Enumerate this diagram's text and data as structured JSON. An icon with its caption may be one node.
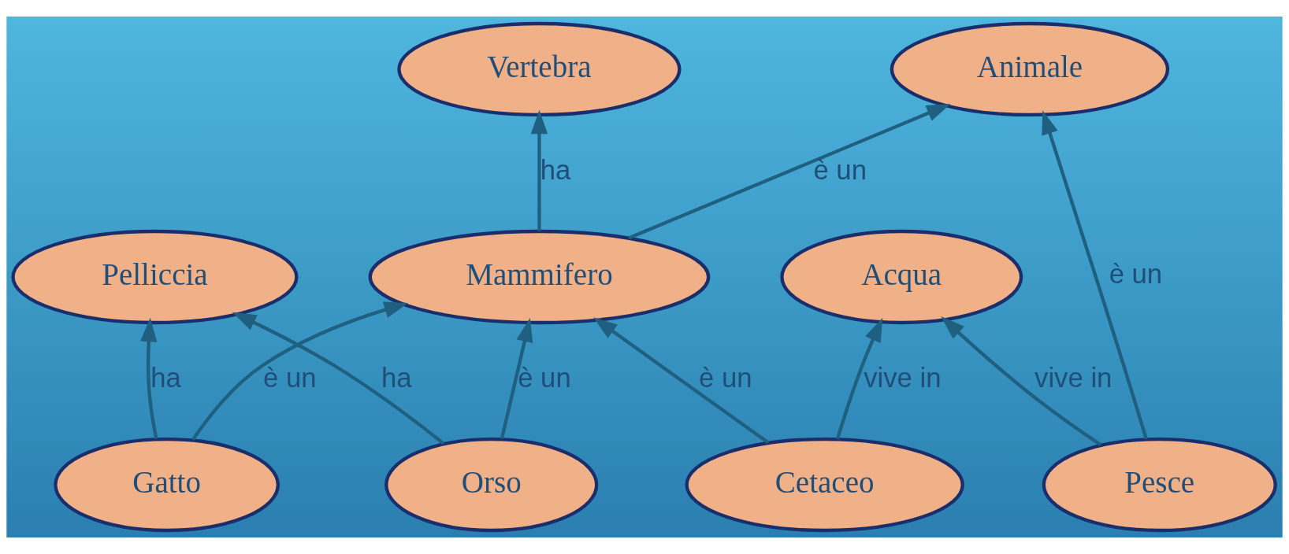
{
  "diagram": {
    "nodes": [
      {
        "text": [
          "Vertebra"
        ]
      },
      {
        "text": [
          "Gatto"
        ]
      },
      {
        "text": [
          "Pelliccia"
        ]
      },
      {
        "text": [
          "Animale"
        ]
      },
      {
        "text": [
          "Mammifero"
        ]
      },
      {
        "text": [
          "Orso"
        ]
      },
      {
        "text": [
          "Pesce"
        ]
      },
      {
        "text": [
          "Cetaceo"
        ]
      },
      {
        "text": [
          "Acqua"
        ]
      }
    ],
    "edges": [
      {
        "from": 1,
        "to": 2,
        "arrow": "to",
        "label": "ha"
      },
      {
        "from": 1,
        "to": 4,
        "arrow": "to",
        "label": "è un"
      },
      {
        "from": 4,
        "to": 0,
        "arrow": "to",
        "label": "ha"
      },
      {
        "from": 4,
        "to": 3,
        "arrow": "to",
        "label": "è un"
      },
      {
        "from": 5,
        "to": 4,
        "arrow": "to",
        "label": "è un"
      },
      {
        "from": 5,
        "to": 2,
        "arrow": "to",
        "label": "ha"
      },
      {
        "from": 7,
        "to": 4,
        "arrow": "to",
        "label": "è un"
      },
      {
        "from": 6,
        "to": 3,
        "arrow": "to",
        "label": "è un"
      },
      {
        "from": 6,
        "to": 8,
        "arrow": "to",
        "label": "vive in"
      },
      {
        "from": 7,
        "to": 8,
        "arrow": "to",
        "label": "vive in"
      }
    ]
  }
}
